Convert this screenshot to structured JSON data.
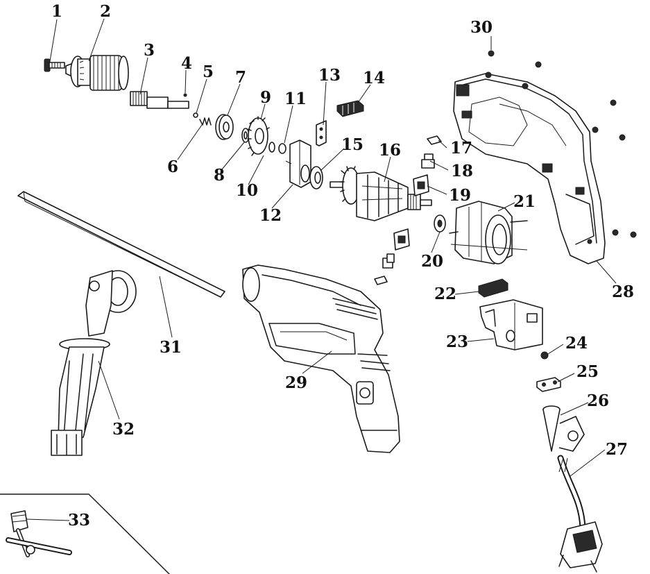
{
  "parts": [
    {
      "id": "1",
      "label": "1"
    },
    {
      "id": "2",
      "label": "2"
    },
    {
      "id": "3",
      "label": "3"
    },
    {
      "id": "4",
      "label": "4"
    },
    {
      "id": "5",
      "label": "5"
    },
    {
      "id": "6",
      "label": "6"
    },
    {
      "id": "7",
      "label": "7"
    },
    {
      "id": "8",
      "label": "8"
    },
    {
      "id": "9",
      "label": "9"
    },
    {
      "id": "10",
      "label": "10"
    },
    {
      "id": "11",
      "label": "11"
    },
    {
      "id": "12",
      "label": "12"
    },
    {
      "id": "13",
      "label": "13"
    },
    {
      "id": "14",
      "label": "14"
    },
    {
      "id": "15",
      "label": "15"
    },
    {
      "id": "16",
      "label": "16"
    },
    {
      "id": "17",
      "label": "17"
    },
    {
      "id": "18",
      "label": "18"
    },
    {
      "id": "19",
      "label": "19"
    },
    {
      "id": "20",
      "label": "20"
    },
    {
      "id": "21",
      "label": "21"
    },
    {
      "id": "22",
      "label": "22"
    },
    {
      "id": "23",
      "label": "23"
    },
    {
      "id": "24",
      "label": "24"
    },
    {
      "id": "25",
      "label": "25"
    },
    {
      "id": "26",
      "label": "26"
    },
    {
      "id": "27",
      "label": "27"
    },
    {
      "id": "28",
      "label": "28"
    },
    {
      "id": "29",
      "label": "29"
    },
    {
      "id": "30",
      "label": "30"
    },
    {
      "id": "31",
      "label": "31"
    },
    {
      "id": "32",
      "label": "32"
    },
    {
      "id": "33",
      "label": "33"
    }
  ],
  "colors": {
    "line": "#1a1a1a",
    "background": "#ffffff",
    "fill_dark": "#2a2a2a"
  }
}
